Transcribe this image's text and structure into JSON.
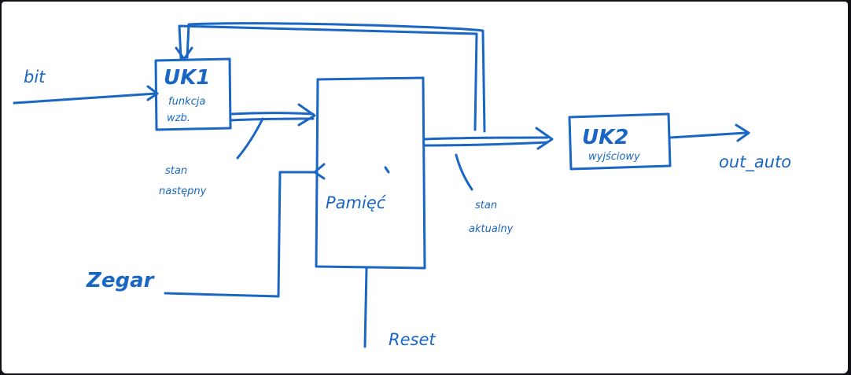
{
  "diagram": {
    "ink_color": "#1a66c4",
    "background": "#ffffff",
    "frame_color": "#111118",
    "labels": {
      "bit": "bit",
      "uk1_title": "UK1",
      "uk1_sub1": "funkcja",
      "uk1_sub2": "wzb.",
      "stan_nastepny_1": "stan",
      "stan_nastepny_2": "następny",
      "pamiec": "Pamięć",
      "stan_aktualny_1": "stan",
      "stan_aktualny_2": "aktualny",
      "uk2_title": "UK2",
      "uk2_sub": "wyjściowy",
      "out_auto": "out_auto",
      "zegar": "Zegar",
      "reset": "Reset"
    }
  }
}
